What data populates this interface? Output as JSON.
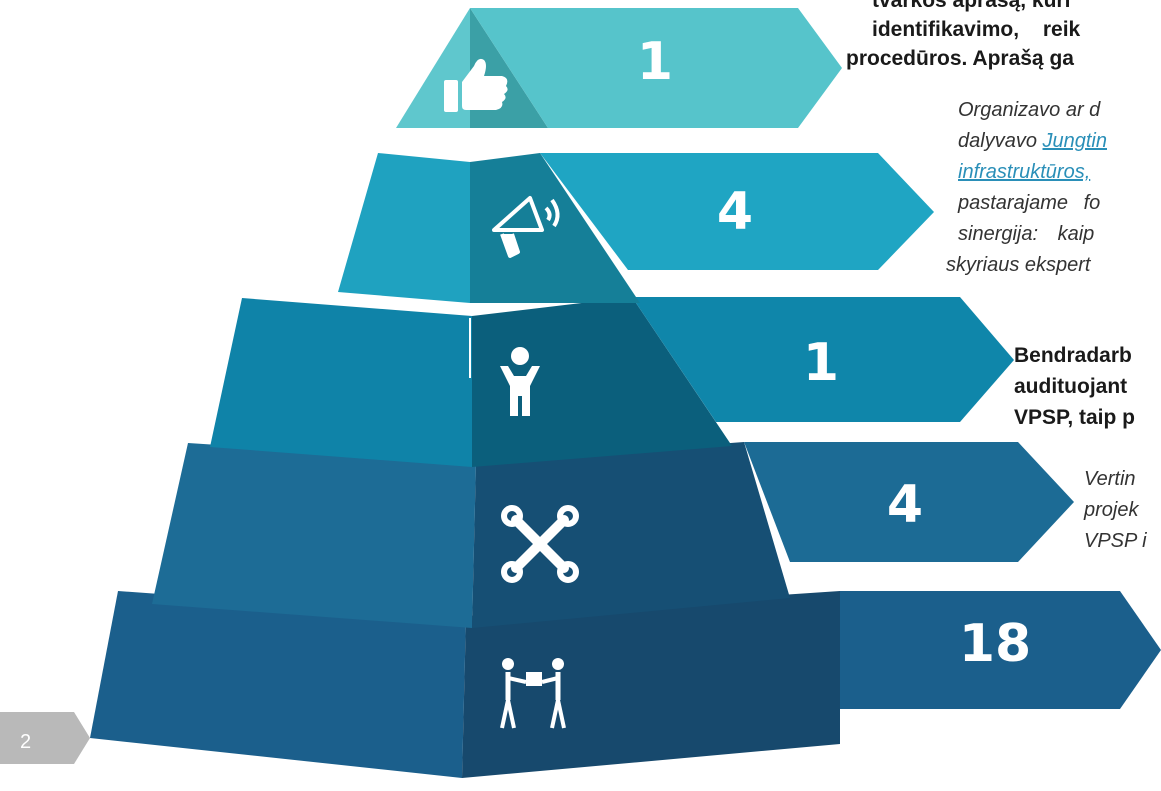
{
  "levels": [
    {
      "number": "1",
      "icon": "thumbs-up-icon"
    },
    {
      "number": "4",
      "icon": "megaphone-icon"
    },
    {
      "number": "1",
      "icon": "person-icon"
    },
    {
      "number": "4",
      "icon": "tools-icon"
    },
    {
      "number": "18",
      "icon": "handshake-people-icon"
    }
  ],
  "text1": {
    "line0": "tvarkos aprašą, kuri",
    "line1": "identifikavimo, reik",
    "line2": "procedūros. Aprašą ga"
  },
  "text2": {
    "line0": "Organizavo ar d",
    "line1_pre": "dalyvavo ",
    "line1_link": "Jungtin",
    "line2_link": "infrastruktūros,",
    "line3": "pastarajame fo",
    "line4": "sinergija: kaip",
    "line5": "skyriaus ekspert"
  },
  "text3": {
    "line0": "Bendradarb",
    "line1": "audituojant",
    "line2": "VPSP, taip p"
  },
  "text4": {
    "line0": "Vertin",
    "line1": "projek",
    "line2": "VPSP i"
  },
  "page_number": "2",
  "colors": {
    "tier1": "#56c4cb",
    "tier2": "#1fa2c0",
    "tier3": "#0f83a8",
    "tier4": "#1d6c96",
    "tier5": "#1b5f8c",
    "accent_link": "#2a8fb8"
  }
}
